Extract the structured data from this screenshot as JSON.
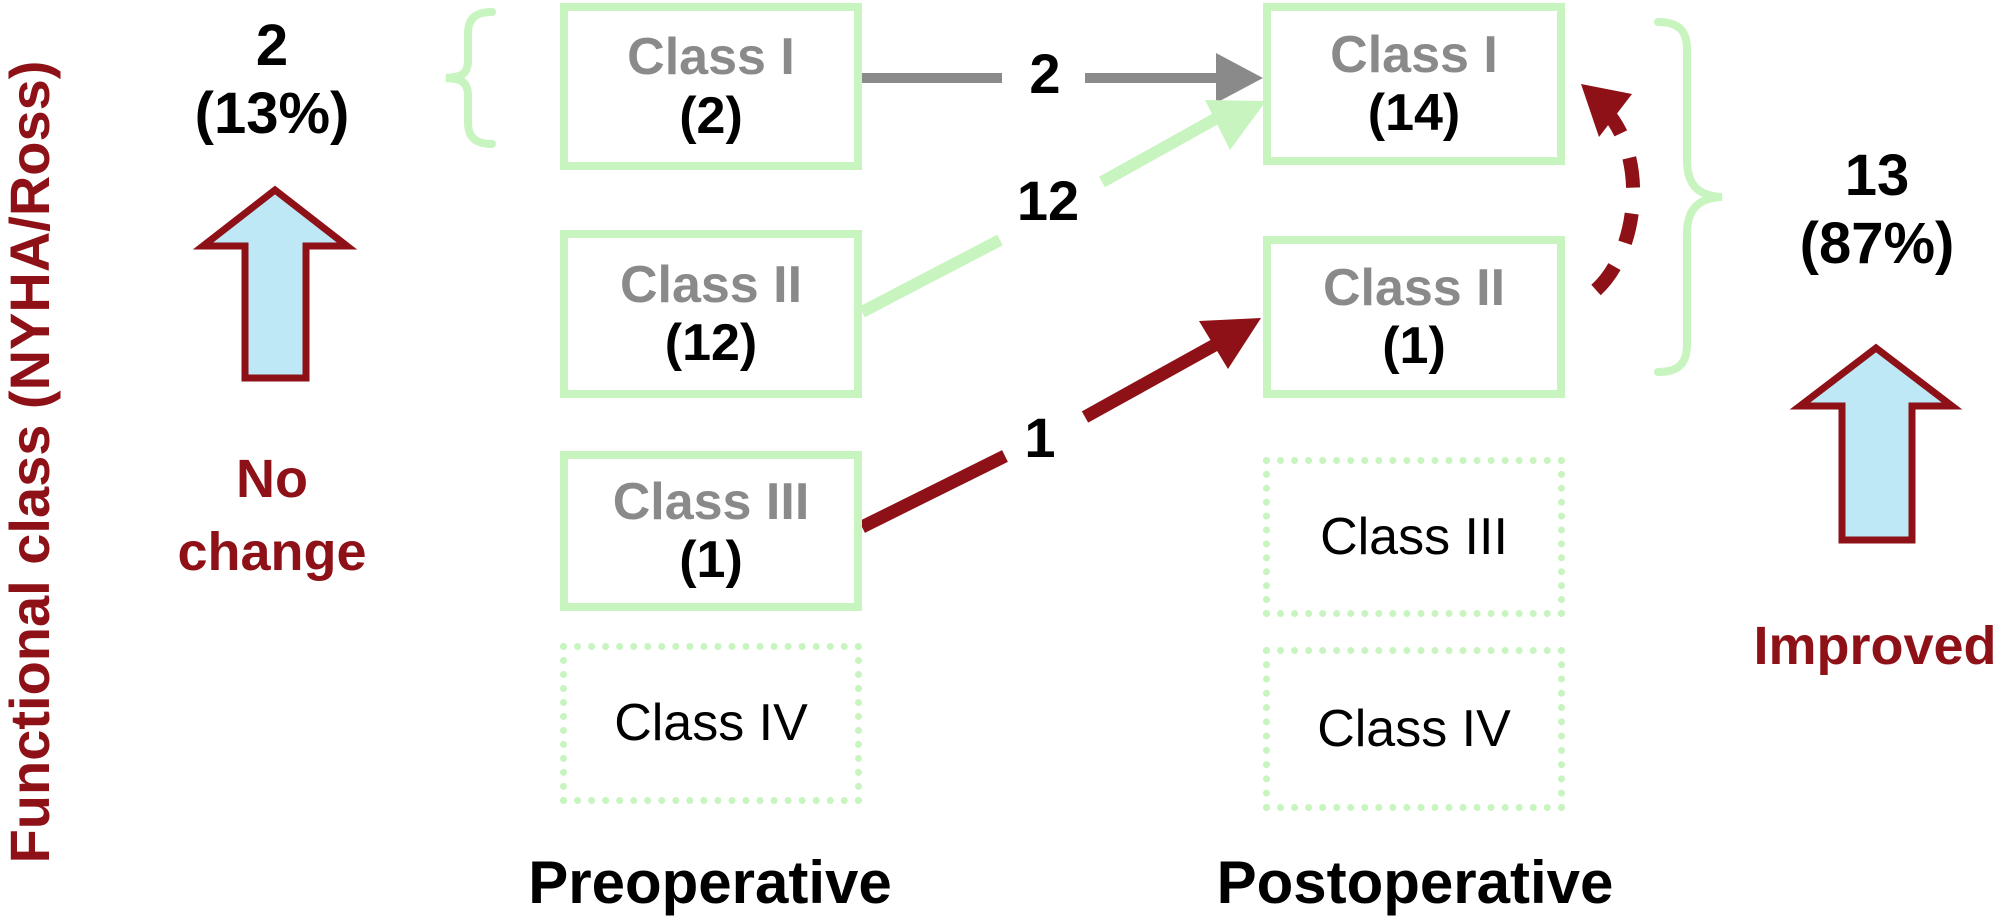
{
  "y_axis_label": "Functional class (NYHA/Ross)",
  "left_summary": {
    "count": "2",
    "percent": "(13%)",
    "caption_line1": "No",
    "caption_line2": "change"
  },
  "right_summary": {
    "count": "13",
    "percent": "(87%)",
    "caption": "Improved"
  },
  "columns": {
    "pre": {
      "label": "Preoperative",
      "boxes": [
        {
          "name": "Class I",
          "count": "(2)",
          "style": "solid"
        },
        {
          "name": "Class II",
          "count": "(12)",
          "style": "solid"
        },
        {
          "name": "Class III",
          "count": "(1)",
          "style": "solid"
        },
        {
          "name": "Class IV",
          "count": "",
          "style": "dotted"
        }
      ]
    },
    "post": {
      "label": "Postoperative",
      "boxes": [
        {
          "name": "Class I",
          "count": "(14)",
          "style": "solid"
        },
        {
          "name": "Class II",
          "count": "(1)",
          "style": "solid"
        },
        {
          "name": "Class III",
          "count": "",
          "style": "dotted"
        },
        {
          "name": "Class IV",
          "count": "",
          "style": "dotted"
        }
      ]
    }
  },
  "transitions": [
    {
      "label": "2",
      "from": "Class I preoperative",
      "to": "Class I postoperative",
      "color": "#8a8a8a"
    },
    {
      "label": "12",
      "from": "Class II preoperative",
      "to": "Class I postoperative",
      "color": "#c8f4bf"
    },
    {
      "label": "1",
      "from": "Class III preoperative",
      "to": "Class II postoperative",
      "color": "#8e1117"
    }
  ],
  "colors": {
    "maroon": "#8e1117",
    "light_green": "#c8f4bf",
    "gray": "#8a8a8a",
    "light_blue": "#bfe8f7",
    "black": "#000000"
  }
}
